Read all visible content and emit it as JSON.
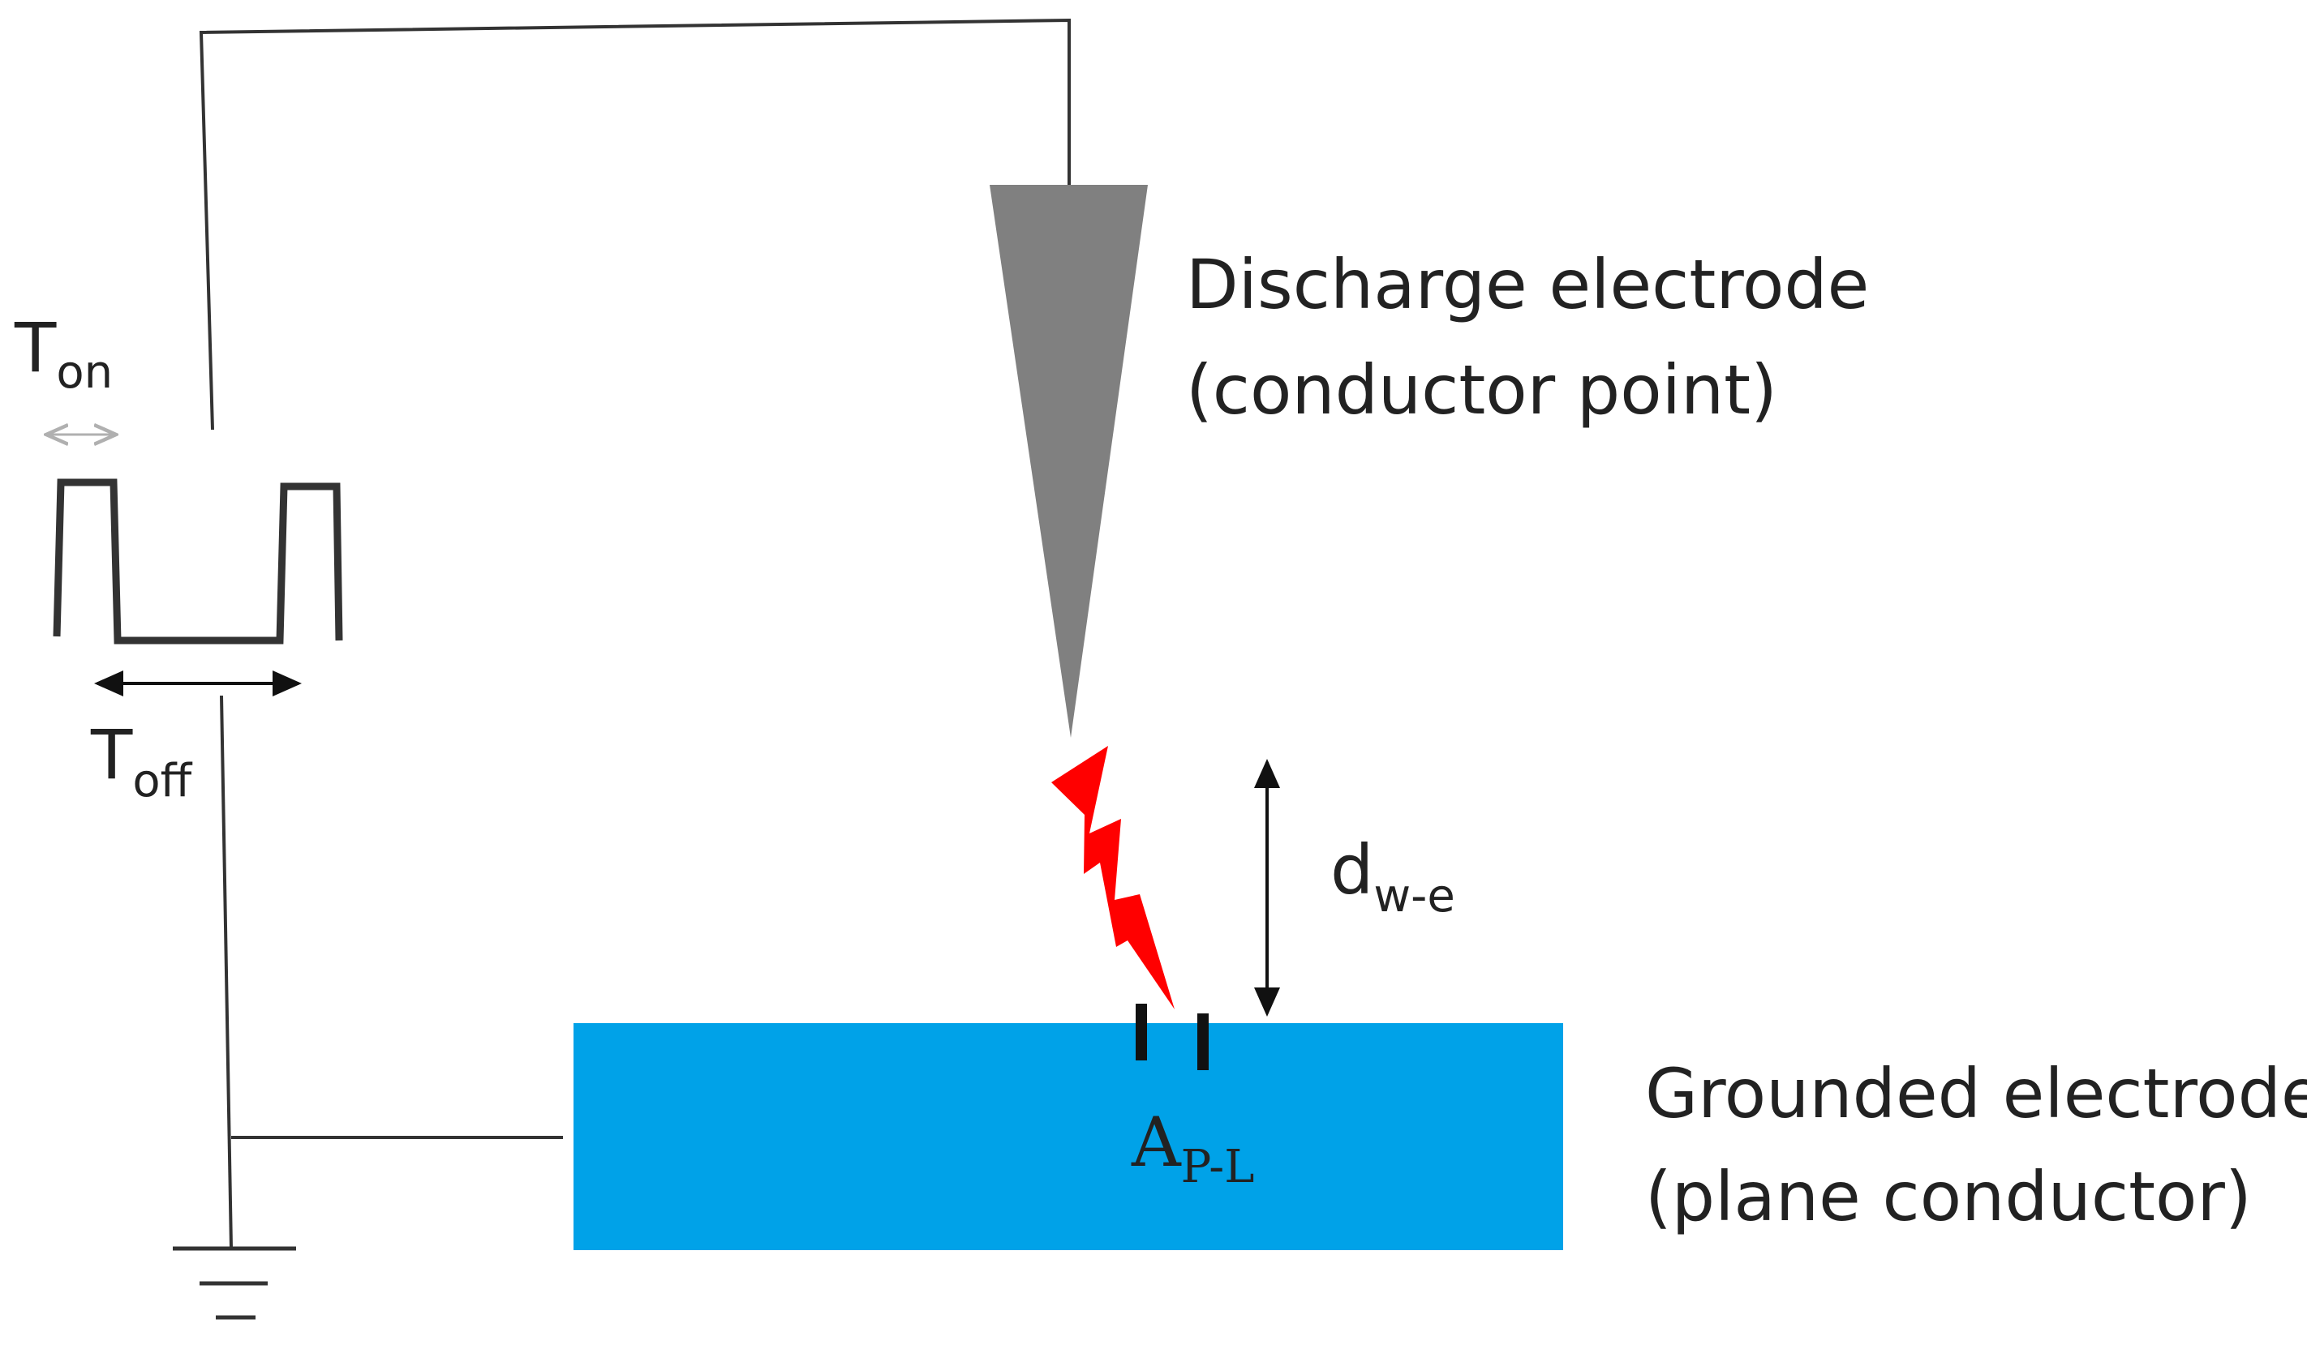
{
  "labels": {
    "ton_main": "T",
    "ton_sub": "on",
    "toff_main": "T",
    "toff_sub": "off",
    "discharge_line1": "Discharge electrode",
    "discharge_line2": "(conductor point)",
    "dwe_main": "d",
    "dwe_sub": "w-e",
    "apl_main": "A",
    "apl_sub": "P-L",
    "ground_line1": "Grounded electrode",
    "ground_line2": "(plane conductor)"
  },
  "colors": {
    "wire": "#333333",
    "pulse": "#333333",
    "electrode_point": "#808080",
    "plane": "#00a2e8",
    "spark": "#ff0000",
    "text": "#222222",
    "ton_arrow": "#b0b0b0"
  }
}
